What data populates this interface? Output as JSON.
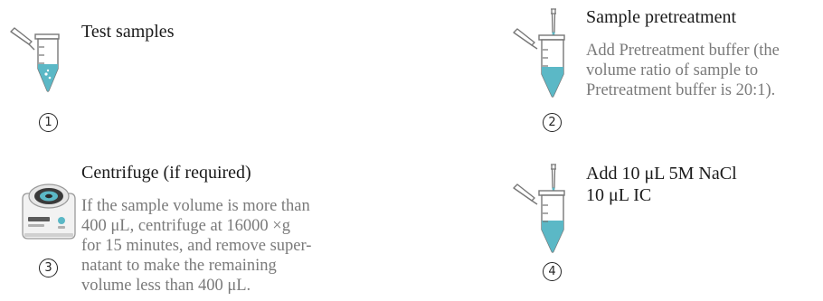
{
  "steps": [
    {
      "number": "1",
      "title": "Test samples"
    },
    {
      "number": "2",
      "title": "Sample pretreatment",
      "description": [
        "Add Pretreatment buffer (the",
        "volume ratio of sample to",
        "Pretreatment buffer is 20:1)."
      ]
    },
    {
      "number": "3",
      "title": "Centrifuge (if required)",
      "description": [
        "If the sample volume is more than",
        "400 μL, centrifuge at 16000 ×g",
        "for 15 minutes, and remove super-",
        "natant to make the remaining",
        "volume less than 400 μL."
      ]
    },
    {
      "number": "4",
      "lines": [
        "Add 10 μL 5M NaCl",
        "10 μL IC"
      ]
    }
  ],
  "colors": {
    "liquid": "#5bb8c6",
    "tube_outline": "#7a7a7a",
    "text": "#1a1a1a",
    "muted": "#7a7a7a"
  }
}
